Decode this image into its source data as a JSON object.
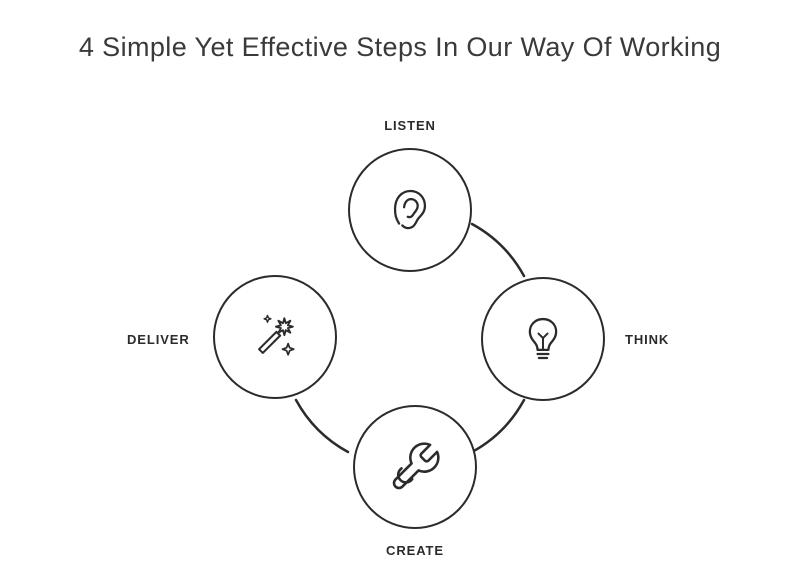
{
  "title": "4 Simple Yet Effective Steps In Our Way Of Working",
  "diagram": {
    "steps": [
      {
        "label": "LISTEN",
        "icon": "ear-icon",
        "position": "top"
      },
      {
        "label": "THINK",
        "icon": "lightbulb-icon",
        "position": "right"
      },
      {
        "label": "CREATE",
        "icon": "wrench-hand-icon",
        "position": "bottom"
      },
      {
        "label": "DELIVER",
        "icon": "magic-wand-icon",
        "position": "left"
      }
    ],
    "connections": [
      "LISTEN→THINK",
      "THINK→CREATE",
      "CREATE→DELIVER"
    ],
    "colors": {
      "line": "#2b2b2b",
      "title_text": "#3a3a3a",
      "background": "#ffffff"
    }
  }
}
